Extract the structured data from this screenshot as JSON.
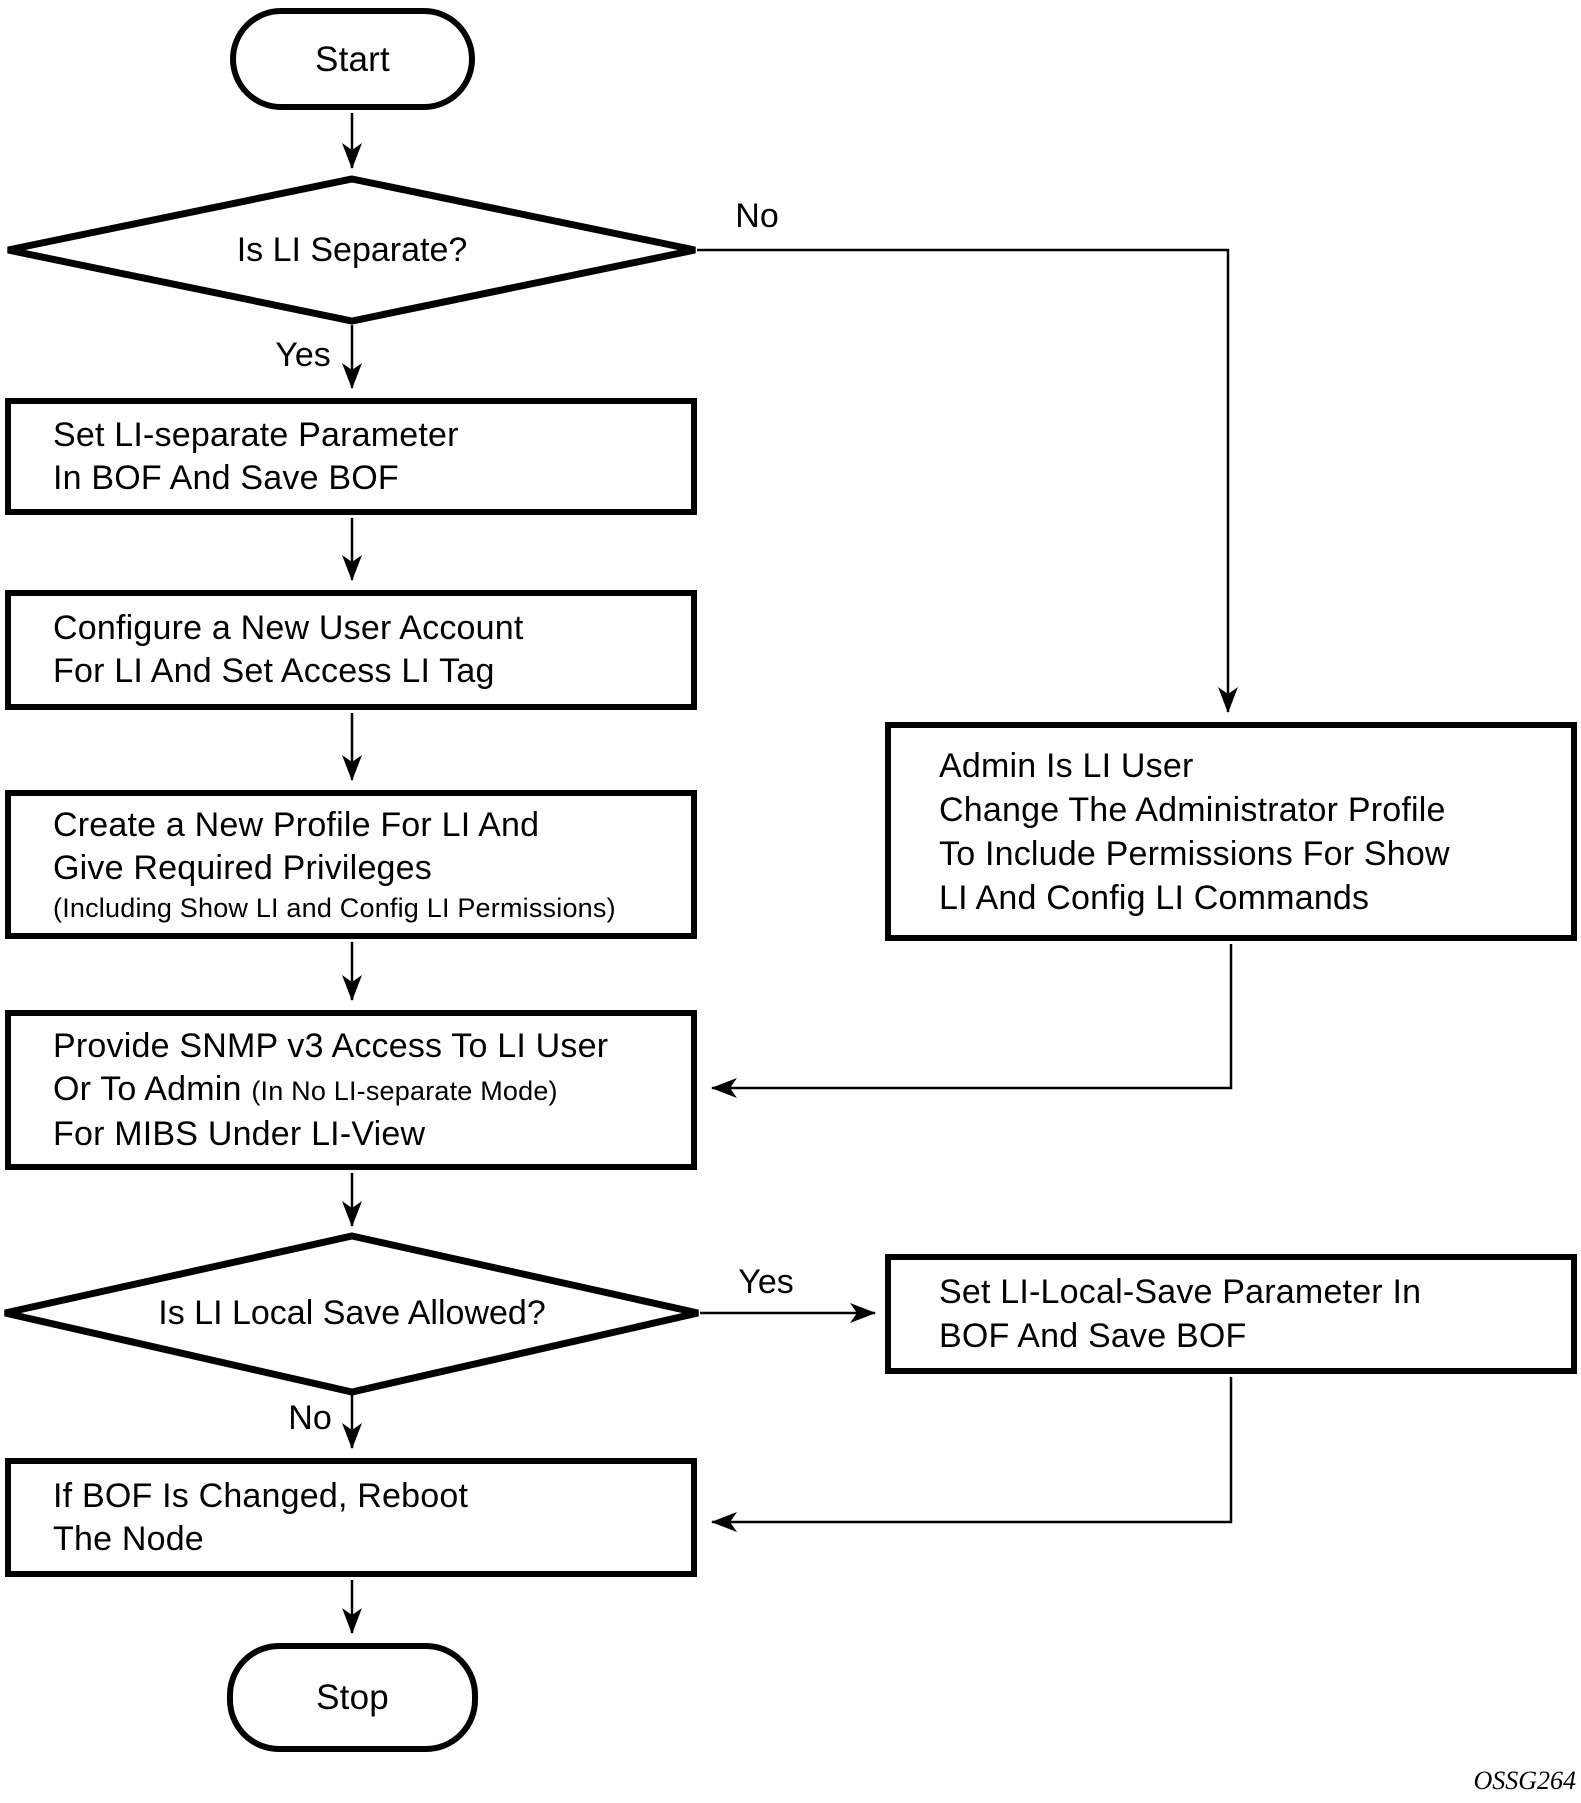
{
  "figure": {
    "watermark": "OSSG264",
    "nodes": {
      "start": "Start",
      "decision_li_separate": "Is LI Separate?",
      "set_li_separate": [
        "Set LI-separate Parameter",
        "In BOF And Save BOF"
      ],
      "configure_user": [
        "Configure a New User Account",
        "For LI And Set Access LI Tag"
      ],
      "create_profile": {
        "line1": "Create a New Profile For LI And",
        "line2": "Give Required Privileges",
        "note": "(Including Show LI and Config LI Permissions)"
      },
      "provide_snmp": {
        "line1": "Provide SNMP v3 Access To LI User",
        "line2_main": "Or To Admin ",
        "line2_note": "(In No LI-separate Mode)",
        "line3": "For MIBS Under LI-View"
      },
      "admin_is_li_user": [
        "Admin Is LI User",
        "Change The Administrator Profile",
        "To Include Permissions For Show",
        "LI And Config LI Commands"
      ],
      "decision_local_save": "Is LI Local Save Allowed?",
      "set_li_local_save": [
        "Set LI-Local-Save Parameter In",
        "BOF And Save BOF"
      ],
      "reboot_node": [
        "If BOF Is Changed, Reboot",
        "The Node"
      ],
      "stop": "Stop"
    },
    "labels": {
      "li_separate_yes": "Yes",
      "li_separate_no": "No",
      "local_save_yes": "Yes",
      "local_save_no": "No"
    }
  }
}
